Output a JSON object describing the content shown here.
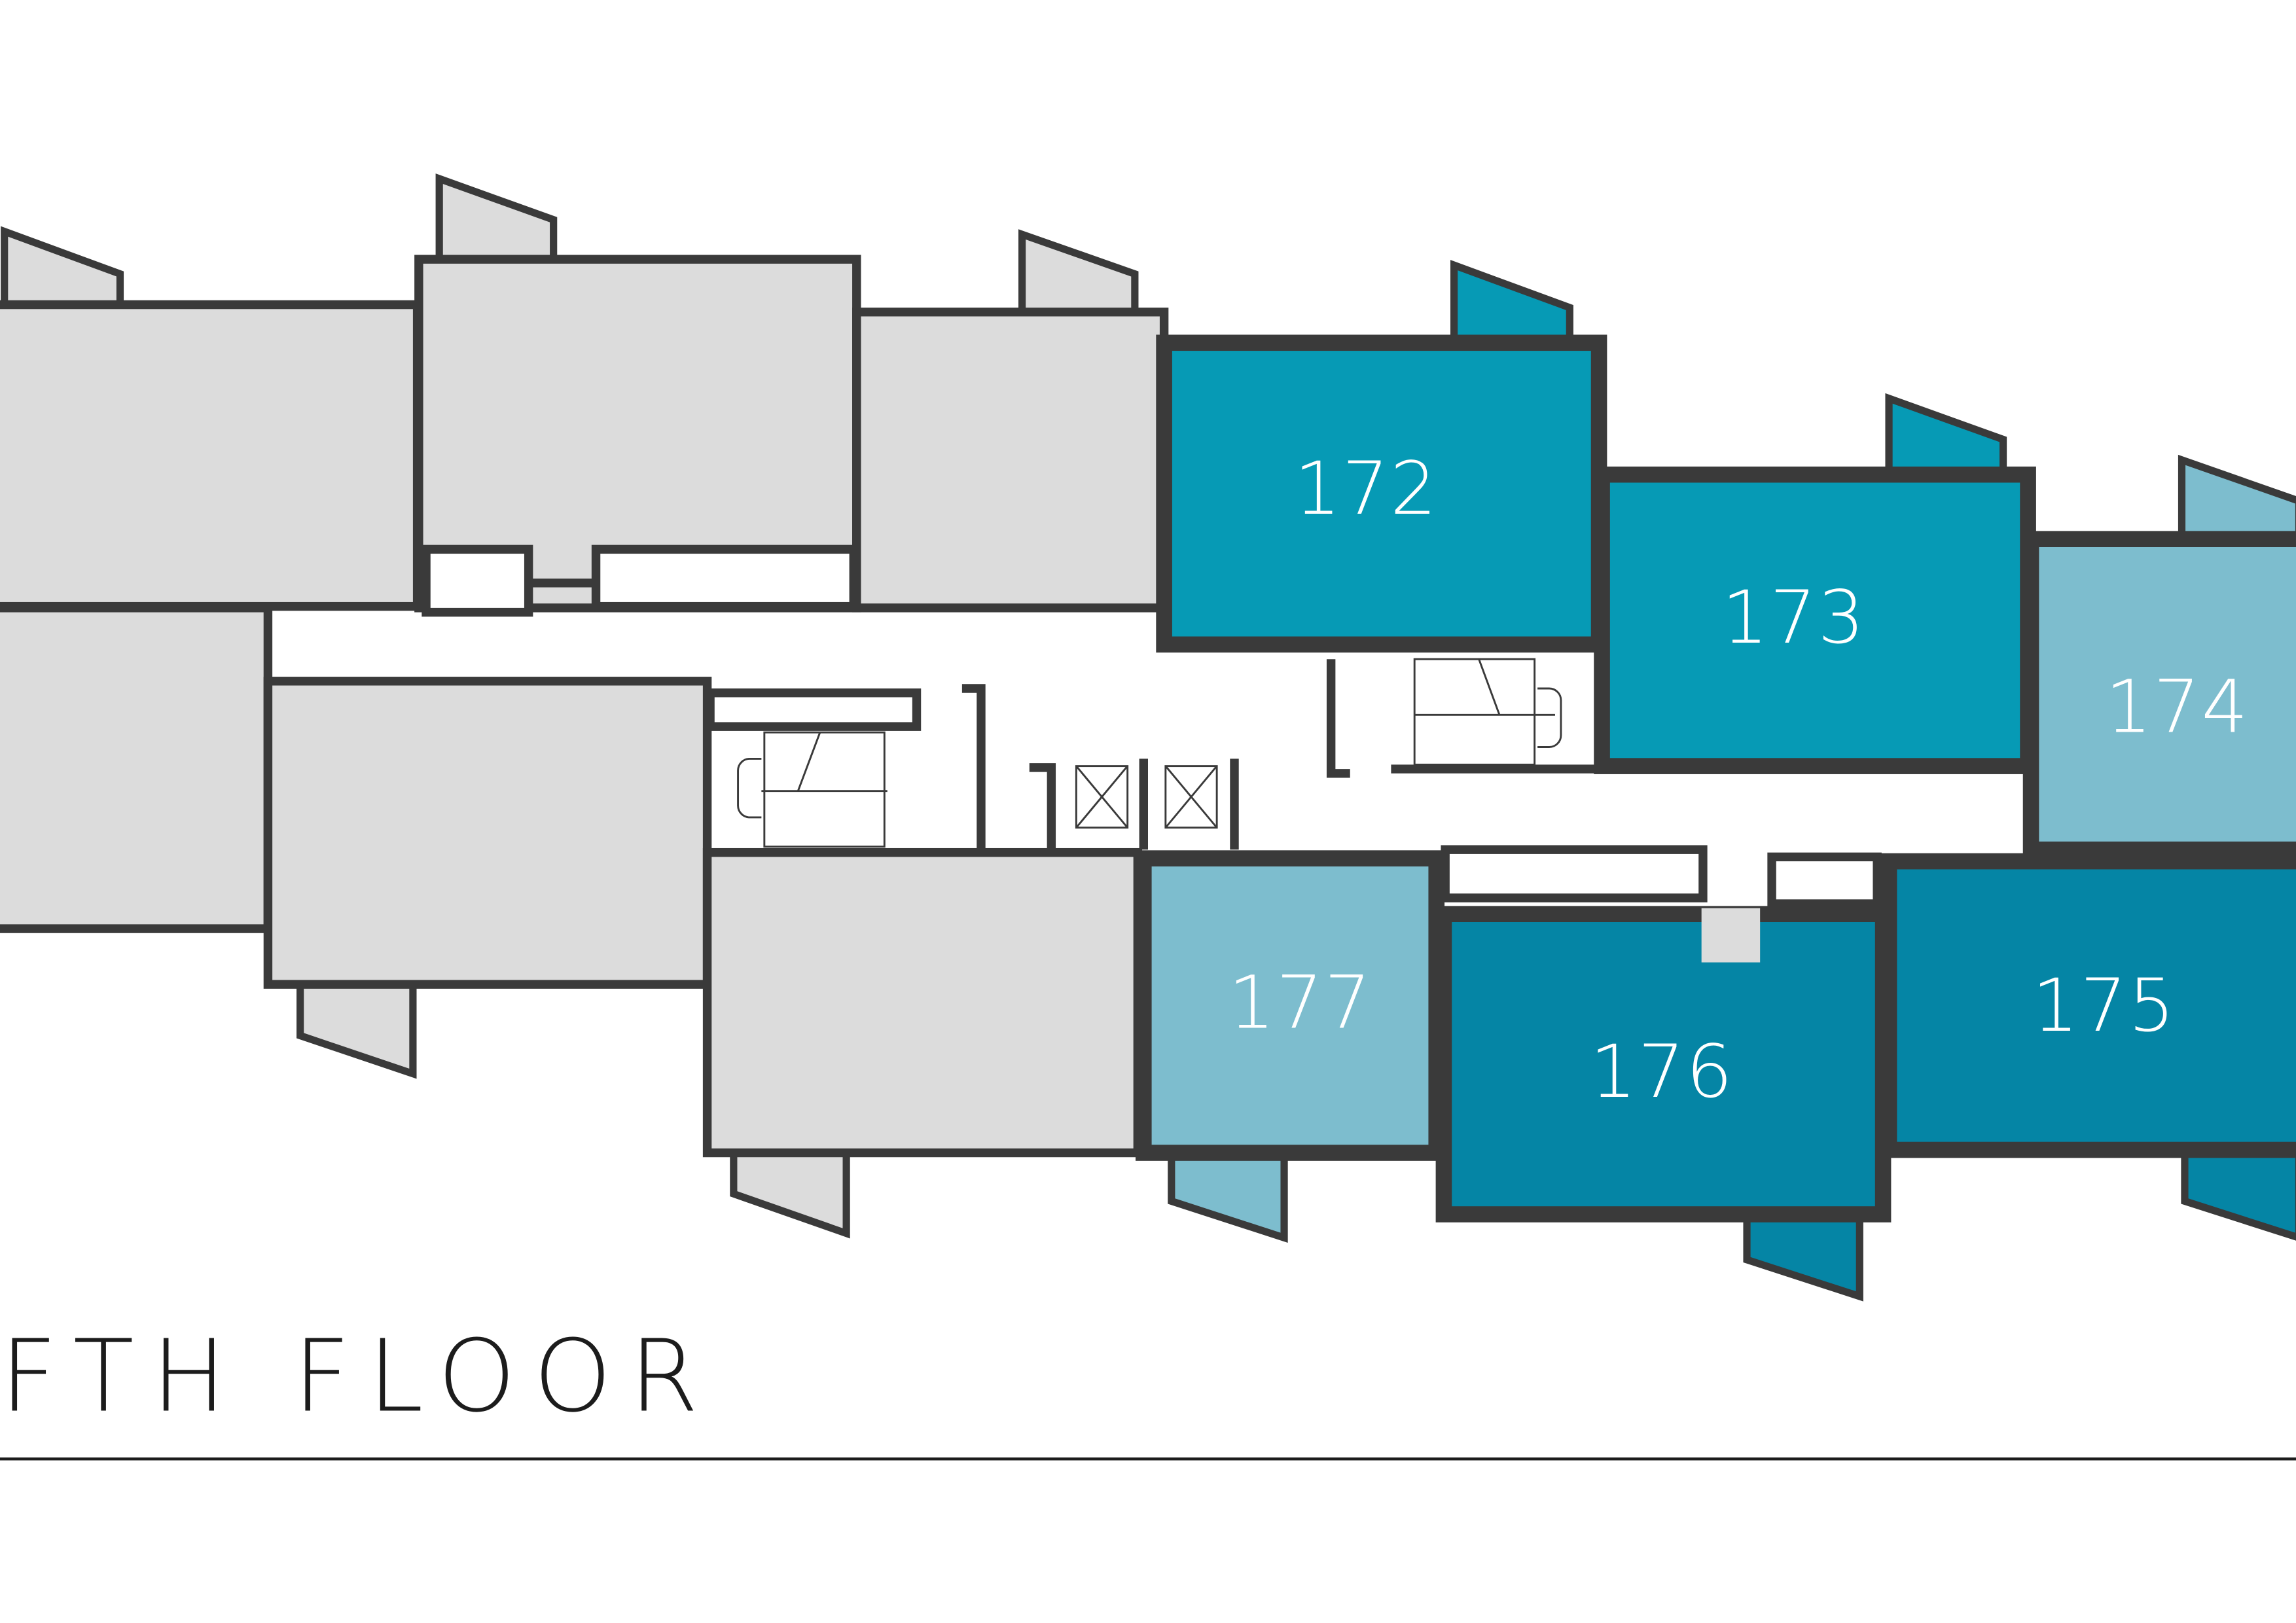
{
  "floor_title": "FTH FLOOR",
  "colors": {
    "wall": "#3a3a3a",
    "unavailable": "#dcdcdc",
    "unit_dark": "#0585a5",
    "unit_mid": "#069ab5",
    "unit_light": "#7dbdce"
  },
  "units": {
    "u172": "172",
    "u173": "173",
    "u174": "174",
    "u175": "175",
    "u176": "176",
    "u177": "177"
  }
}
